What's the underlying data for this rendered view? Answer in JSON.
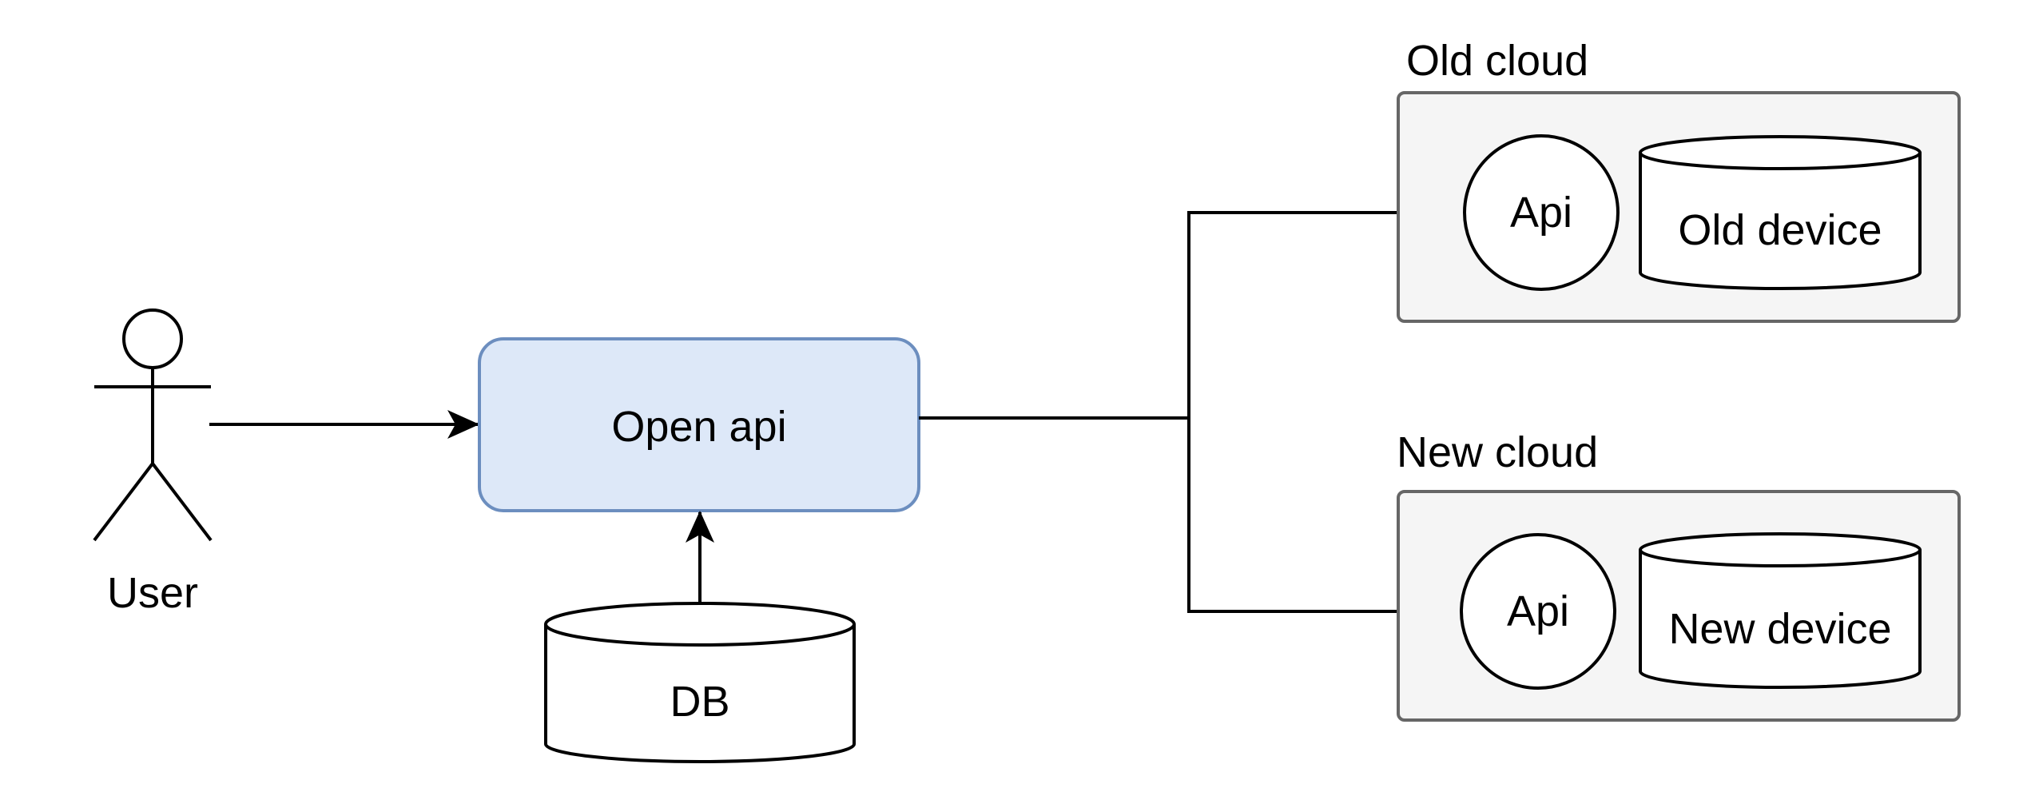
{
  "actor": {
    "label": "User"
  },
  "open_api": {
    "label": "Open api"
  },
  "db": {
    "label": "DB"
  },
  "old_cloud": {
    "title": "Old cloud",
    "api_label": "Api",
    "device_label": "Old device"
  },
  "new_cloud": {
    "title": "New cloud",
    "api_label": "Api",
    "device_label": "New device"
  },
  "colors": {
    "open_api_fill": "#dde8f8",
    "open_api_stroke": "#6c8ebf",
    "cloud_fill": "#f5f5f5",
    "cloud_stroke": "#666666",
    "stroke": "#000000"
  }
}
